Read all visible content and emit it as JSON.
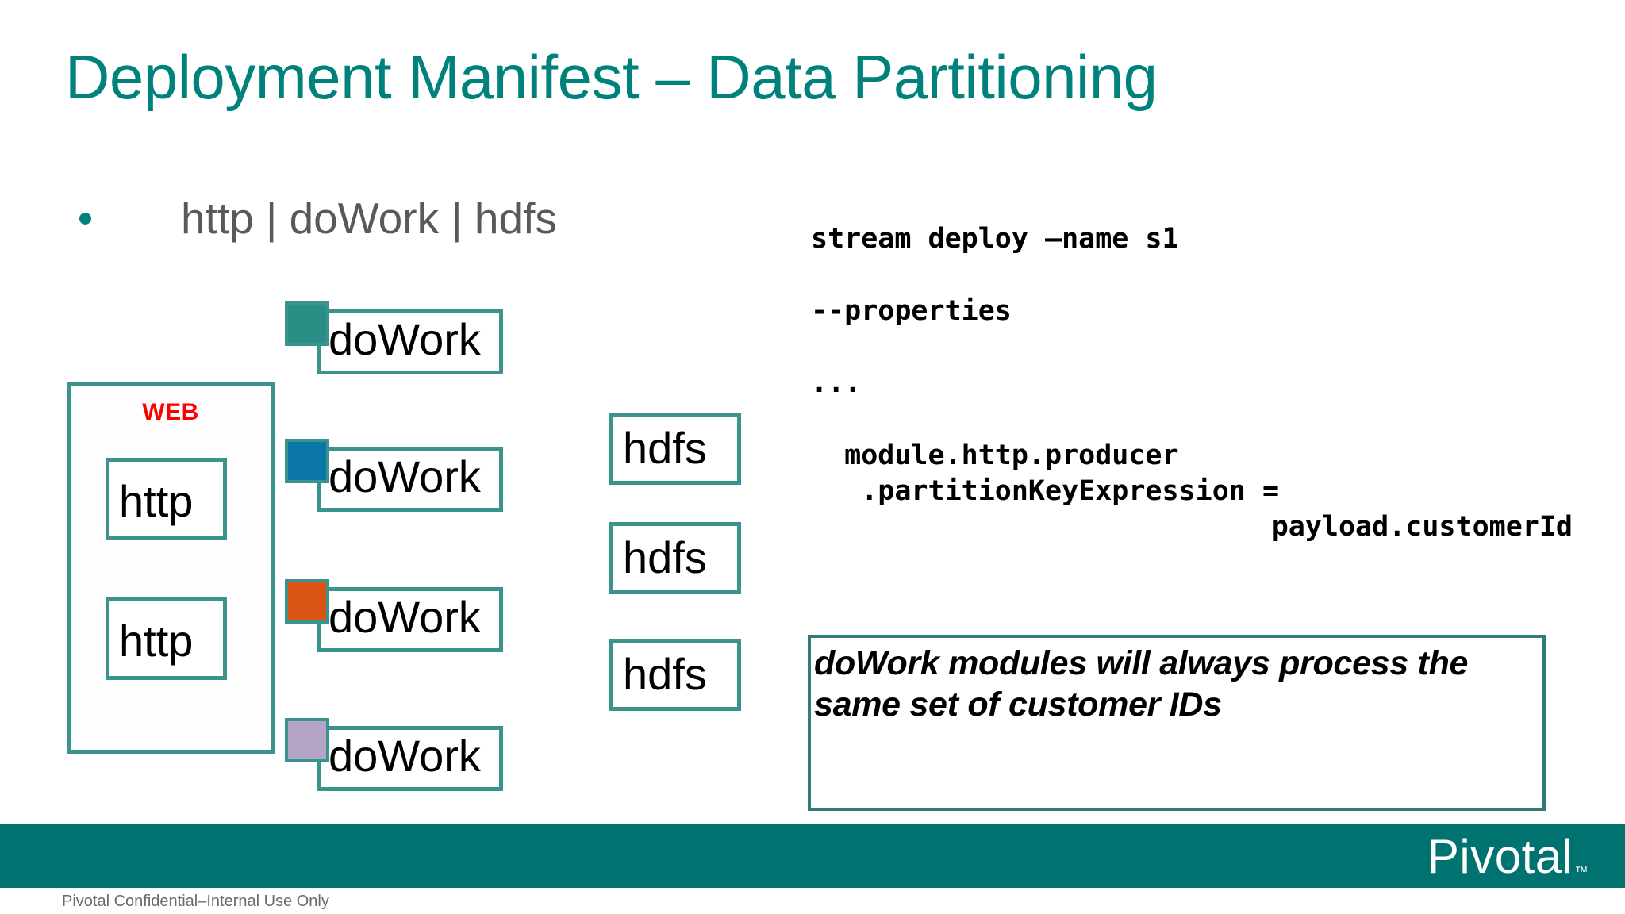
{
  "slide": {
    "title": "Deployment Manifest – Data Partitioning",
    "title_color": "#00827c",
    "background": "#ffffff"
  },
  "bullet": {
    "dot_color": "#00827c",
    "text": "http | doWork | hdfs"
  },
  "diagram": {
    "web_container": {
      "label": "WEB",
      "label_color": "#ff0000",
      "border_color": "#3a938c",
      "modules": [
        {
          "label": "http"
        },
        {
          "label": "http"
        }
      ]
    },
    "dowork_modules": [
      {
        "label": "doWork",
        "chip_color": "#2a8e86"
      },
      {
        "label": "doWork",
        "chip_color": "#0a77a8"
      },
      {
        "label": "doWork",
        "chip_color": "#d95414"
      },
      {
        "label": "doWork",
        "chip_color": "#b3a3c4"
      }
    ],
    "hdfs_modules": [
      {
        "label": "hdfs"
      },
      {
        "label": "hdfs"
      },
      {
        "label": "hdfs"
      }
    ],
    "box_border_color": "#3a938c"
  },
  "code": {
    "lines": [
      "stream deploy –name s1",
      "--properties",
      "...",
      "  module.http.producer",
      "   .partitionKeyExpression =",
      "payload.customerId"
    ]
  },
  "callout": {
    "text": "doWork modules will always process the same set of customer IDs",
    "border_color": "#2f7d76"
  },
  "footer": {
    "bar_color": "#00726f",
    "logo": "Pivotal",
    "logo_tm": "™",
    "note": "Pivotal Confidential–Internal Use Only"
  }
}
